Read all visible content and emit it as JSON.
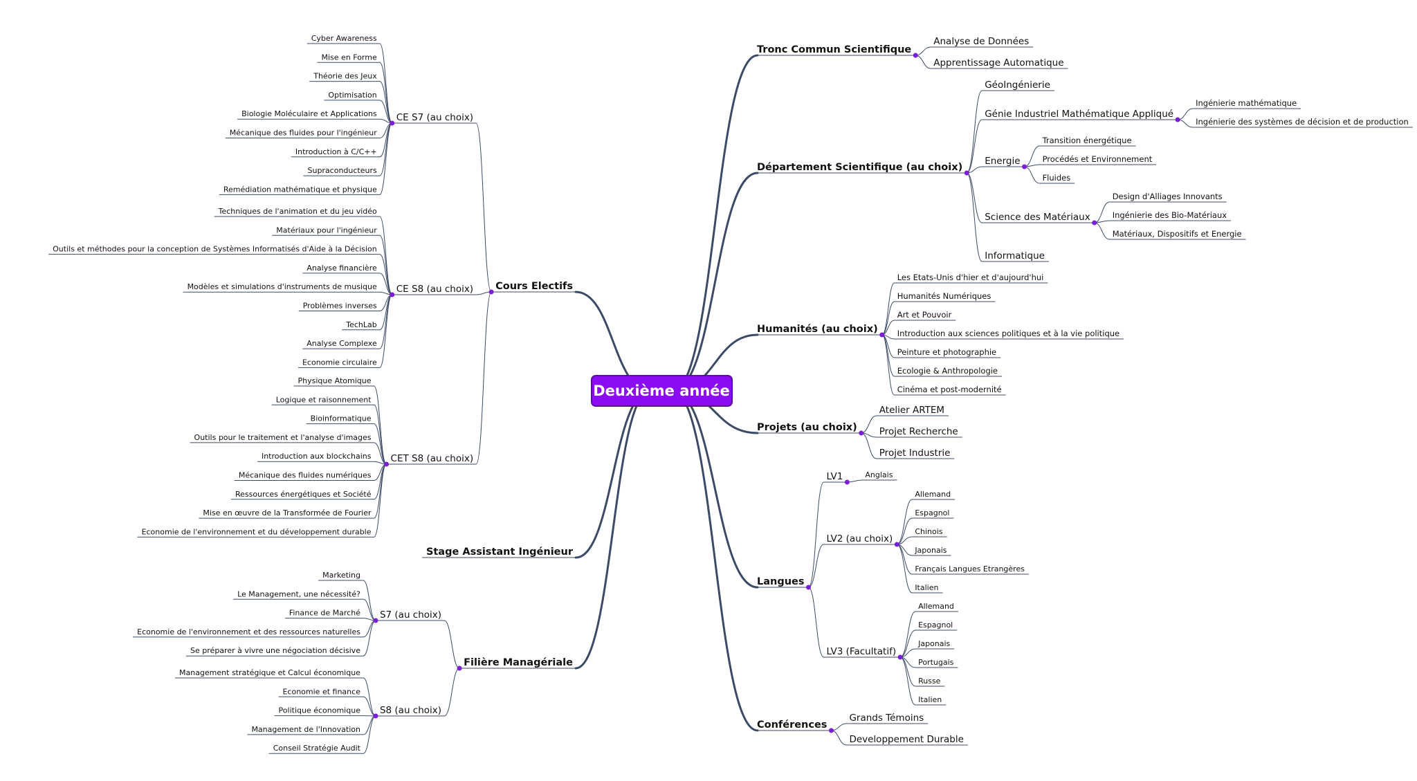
{
  "root": "Deuxième année",
  "colors": {
    "root_fill": "#8b0cf0",
    "root_border": "#5a0aa0",
    "line": "#3c4a66",
    "node_dot": "#7b1fd6"
  },
  "right": [
    {
      "label": "Tronc Commun Scientifique",
      "children": [
        "Analyse de Données",
        "Apprentissage Automatique"
      ]
    },
    {
      "label": "Département Scientifique (au choix)",
      "children": [
        "GéoIngénierie",
        {
          "label": "Génie Industriel Mathématique Appliqué",
          "children": [
            "Ingénierie mathématique",
            "Ingénierie des systèmes de décision et de production"
          ]
        },
        {
          "label": "Energie",
          "children": [
            "Transition énergétique",
            "Procédés et Environnement",
            "Fluides"
          ]
        },
        {
          "label": "Science des Matériaux",
          "children": [
            "Design d'Alliages Innovants",
            "Ingénierie des Bio-Matériaux",
            "Matériaux, Dispositifs et Energie"
          ]
        },
        "Informatique"
      ]
    },
    {
      "label": "Humanités (au choix)",
      "children": [
        "Les Etats-Unis d'hier et d'aujourd'hui",
        "Humanités Numériques",
        "Art et Pouvoir",
        "Introduction aux sciences politiques et à la vie politique",
        "Peinture et photographie",
        "Ecologie & Anthropologie",
        "Cinéma et post-modernité"
      ]
    },
    {
      "label": "Projets (au choix)",
      "children": [
        "Atelier ARTEM",
        "Projet Recherche",
        "Projet Industrie"
      ]
    },
    {
      "label": "Langues",
      "children": [
        {
          "label": "LV1",
          "children": [
            "Anglais"
          ]
        },
        {
          "label": "LV2 (au choix)",
          "children": [
            "Allemand",
            "Espagnol",
            "Chinois",
            "Japonais",
            "Français Langues Etrangères",
            "Italien"
          ]
        },
        {
          "label": "LV3 (Facultatif)",
          "children": [
            "Allemand",
            "Espagnol",
            "Japonais",
            "Portugais",
            "Russe",
            "Italien"
          ]
        }
      ]
    },
    {
      "label": "Conférences",
      "children": [
        "Grands Témoins",
        "Developpement Durable"
      ]
    }
  ],
  "left": [
    {
      "label": "Cours Electifs",
      "children": [
        {
          "label": "CE S7 (au choix)",
          "children": [
            "Cyber Awareness",
            "Mise en Forme",
            "Théorie des Jeux",
            "Optimisation",
            "Biologie Moléculaire et Applications",
            "Mécanique des fluides pour l'ingénieur",
            "Introduction à C/C++",
            "Supraconducteurs",
            "Remédiation mathématique et physique"
          ]
        },
        {
          "label": "CE S8 (au choix)",
          "children": [
            "Techniques de l'animation et du jeu vidéo",
            "Matériaux pour l'ingénieur",
            "Outils et méthodes pour la conception de Systèmes Informatisés d'Aide à la Décision",
            "Analyse financière",
            "Modèles et simulations d'instruments de musique",
            "Problèmes inverses",
            "TechLab",
            "Analyse Complexe",
            "Economie circulaire"
          ]
        },
        {
          "label": "CET S8 (au choix)",
          "children": [
            "Physique Atomique",
            "Logique et raisonnement",
            "Bioinformatique",
            "Outils pour le traitement et l'analyse d'images",
            "Introduction aux blockchains",
            "Mécanique des fluides numériques",
            "Ressources énergétiques et Société",
            "Mise en œuvre de la Transformée de Fourier",
            "Economie de l'environnement et du développement durable"
          ]
        }
      ]
    },
    {
      "label": "Stage Assistant Ingénieur",
      "children": []
    },
    {
      "label": "Filière Managériale",
      "children": [
        {
          "label": "S7 (au choix)",
          "children": [
            "Marketing",
            "Le Management, une nécessité?",
            "Finance de Marché",
            "Economie de l'environnement et des ressources naturelles",
            "Se préparer à vivre une négociation décisive"
          ]
        },
        {
          "label": "S8 (au choix)",
          "children": [
            "Management stratégique et Calcul économique",
            "Economie et finance",
            "Politique économique",
            "Management de l'Innovation",
            "Conseil Stratégie Audit"
          ]
        }
      ]
    }
  ]
}
